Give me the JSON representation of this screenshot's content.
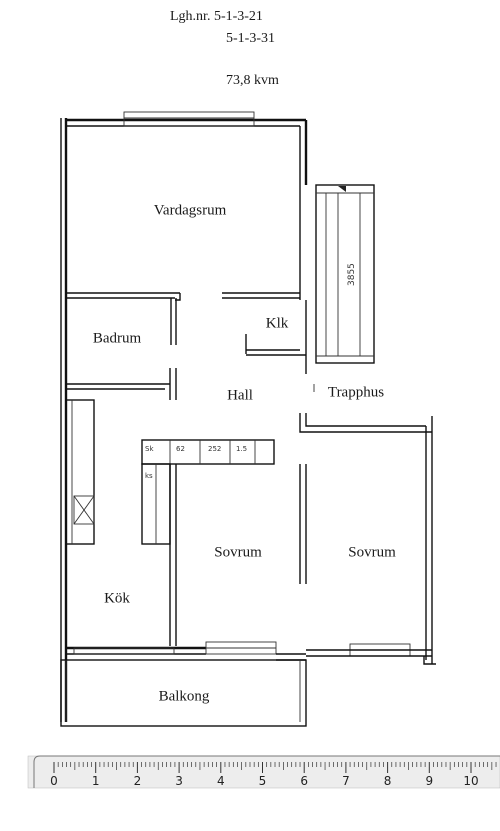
{
  "header": {
    "lgh_label": "Lgh.nr. 5-1-3-21",
    "lgh_second": "5-1-3-31",
    "area": "73,8 kvm"
  },
  "rooms": {
    "vardagsrum": "Vardagsrum",
    "badrum": "Badrum",
    "klk": "Klk",
    "hall": "Hall",
    "trapphus": "Trapphus",
    "kok": "Kök",
    "sovrum_left": "Sovrum",
    "sovrum_right": "Sovrum",
    "balkong": "Balkong"
  },
  "annotations": {
    "stair_dim": "3855",
    "cab_sk": "Sk",
    "cab_ks": "ks",
    "cab_1": "62",
    "cab_2": "252",
    "cab_3": "1.5"
  },
  "ruler": {
    "labels": [
      "0",
      "1",
      "2",
      "3",
      "4",
      "5",
      "6",
      "7",
      "8",
      "9",
      "10"
    ]
  }
}
